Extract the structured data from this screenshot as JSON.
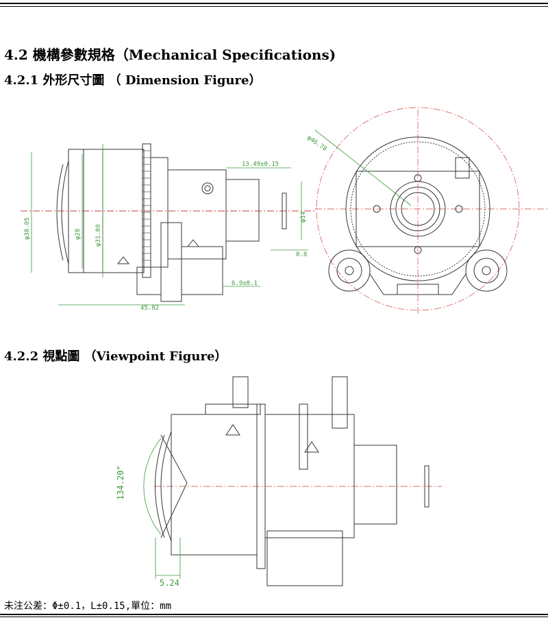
{
  "headings": {
    "section": "4.2 機構參數規格（Mechanical Specifications)",
    "dimension": "4.2.1 外形尺寸圖 （ Dimension Figure）",
    "viewpoint": "4.2.2 視點圖 （Viewpoint Figure）"
  },
  "note": "未注公差：Φ±0.1，L±0.15,單位：mm",
  "dimension_figure": {
    "labels": {
      "d_outer": "φ38.05",
      "d_mid": "φ28",
      "d_inner": "φ31.89",
      "len_13": "13.49±0.15",
      "d_14": "φ14",
      "t_08": "0.8",
      "l_69": "6.9±0.1",
      "l_total": "45.82",
      "d_4678": "φ46.78"
    }
  },
  "viewpoint_figure": {
    "angle": "134.20°",
    "distance": "5.24"
  },
  "colors": {
    "line": "#333333",
    "dimension": "#3c9a3c",
    "centerline": "#d23c3c"
  }
}
